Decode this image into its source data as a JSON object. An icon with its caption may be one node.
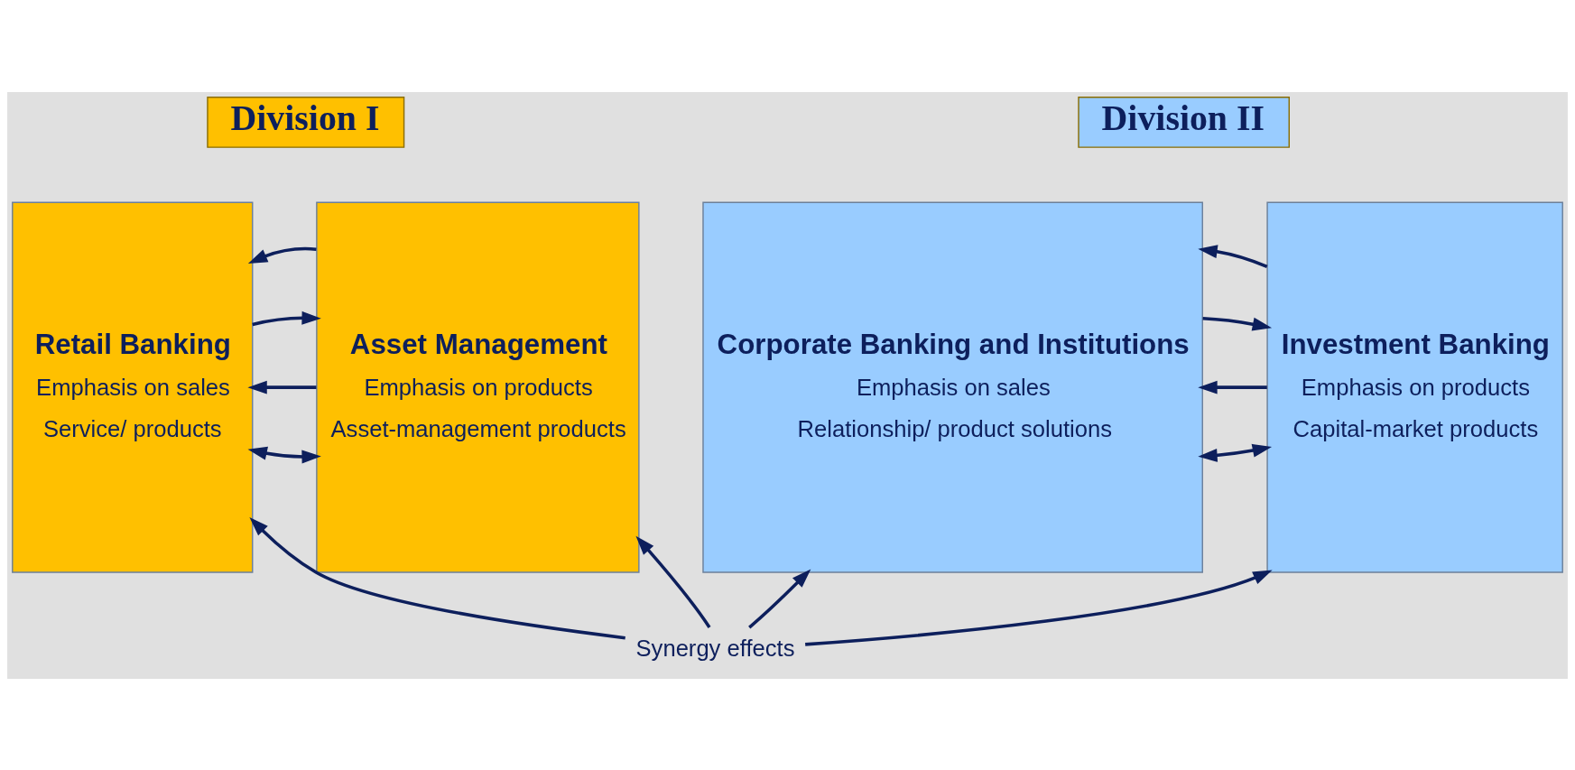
{
  "diagram": {
    "nodes": [
      {
        "text": [
          "Division I"
        ]
      },
      {
        "text": [
          "Retail Banking",
          "Emphasis on sales",
          "Service/ products"
        ]
      },
      {
        "text": [
          "Asset Management",
          "Emphasis on products",
          "Asset-management products"
        ]
      },
      {
        "text": [
          "Division II"
        ]
      },
      {
        "text": [
          "Corporate Banking and Institutions",
          "Emphasis on sales",
          "Relationship/ product solutions"
        ]
      },
      {
        "text": [
          "Investment Banking",
          "Emphasis on products",
          "Capital-market products"
        ]
      },
      {
        "text": [
          "Synergy effects"
        ]
      }
    ],
    "edges": [
      {
        "from": 1,
        "to": 2,
        "arrow": "both"
      },
      {
        "from": 2,
        "to": 1,
        "arrow": "to"
      },
      {
        "from": 1,
        "to": 2,
        "arrow": "to"
      },
      {
        "from": 2,
        "to": 1,
        "arrow": "to"
      },
      {
        "from": 4,
        "to": 5,
        "arrow": "both"
      },
      {
        "from": 5,
        "to": 4,
        "arrow": "to"
      },
      {
        "from": 4,
        "to": 5,
        "arrow": "to"
      },
      {
        "from": 5,
        "to": 4,
        "arrow": "to"
      },
      {
        "from": 6,
        "to": 1,
        "arrow": "to"
      },
      {
        "from": 6,
        "to": 2,
        "arrow": "to"
      },
      {
        "from": 6,
        "to": 4,
        "arrow": "to"
      },
      {
        "from": 6,
        "to": 5,
        "arrow": "to"
      }
    ]
  }
}
